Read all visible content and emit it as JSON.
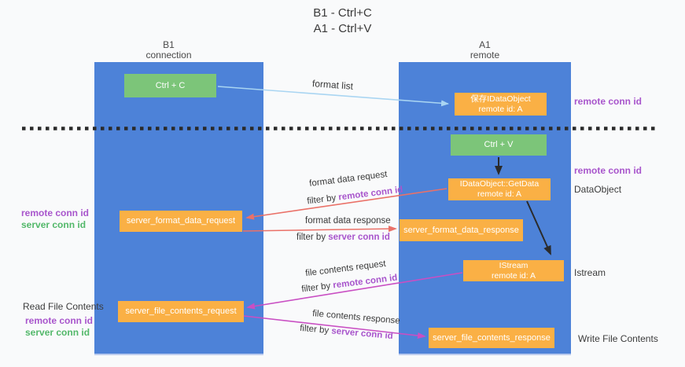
{
  "title": {
    "line1": "B1 - Ctrl+C",
    "line2": "A1 - Ctrl+V"
  },
  "lifelines": {
    "left": {
      "name": "B1",
      "role": "connection"
    },
    "right": {
      "name": "A1",
      "role": "remote"
    }
  },
  "boxes": {
    "ctrl_c": {
      "label": "Ctrl + C"
    },
    "ctrl_v": {
      "label": "Ctrl + V"
    },
    "stored_dataobject": {
      "line1": "保存IDataObject",
      "line2": "remote id: A"
    },
    "getdata": {
      "line1": "IDataObject::GetData",
      "line2": "remote id: A"
    },
    "istream": {
      "line1": "IStream",
      "line2": "remote id: A"
    },
    "server_format_data_request": {
      "label": "server_format_data_request"
    },
    "server_format_data_response": {
      "label": "server_format_data_response"
    },
    "server_file_contents_request": {
      "label": "server_file_contents_request"
    },
    "server_file_contents_response": {
      "label": "server_file_contents_response"
    }
  },
  "flow_labels": {
    "format_list": "format list",
    "format_data_request": {
      "text": "format data request",
      "filter_prefix": "filter by ",
      "filter_key": "remote conn id"
    },
    "format_data_response": {
      "text": "format data response",
      "filter_prefix": "filter by ",
      "filter_key": "server conn id"
    },
    "file_contents_request": {
      "text": "file contents request",
      "filter_prefix": "filter by ",
      "filter_key": "remote conn id"
    },
    "file_contents_response": {
      "text": "file contents response",
      "filter_prefix": "filter by ",
      "filter_key": "server conn id"
    }
  },
  "side_labels": {
    "right_top_remote_conn": "remote conn id",
    "right_mid_remote_conn": "remote conn id",
    "dataobject": "DataObject",
    "istream": "Istream",
    "write_file_contents": "Write File Contents",
    "left_remote_conn_1": "remote conn id",
    "left_server_conn_1": "server conn id",
    "read_file_contents": "Read File Contents",
    "left_remote_conn_2": "remote conn id",
    "left_server_conn_2": "server conn id"
  },
  "colors": {
    "background": "#f9fafb",
    "lifeline_blue": "#4d82d8",
    "box_orange": "#fab045",
    "box_green": "#7cc579",
    "arrow_lightblue": "#a9d5f2",
    "arrow_red": "#ea7168",
    "arrow_magenta": "#c94fc3",
    "arrow_black": "#2b2b2b",
    "label_purple": "#a855cc",
    "label_green": "#53b86a"
  }
}
